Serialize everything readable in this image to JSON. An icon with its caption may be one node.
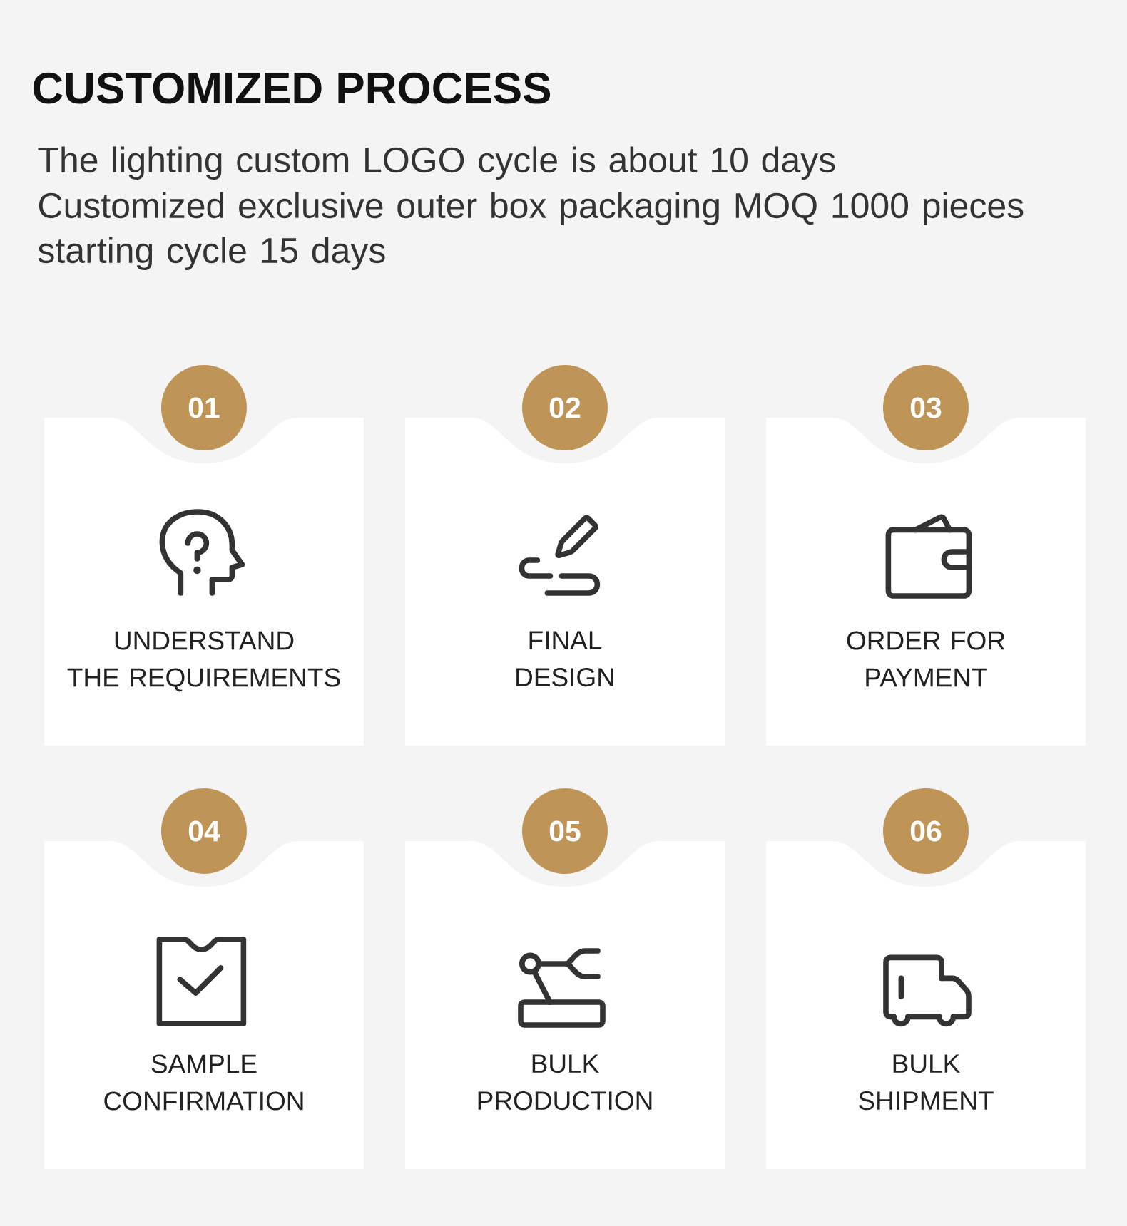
{
  "diagram": {
    "title": "CUSTOMIZED PROCESS",
    "nodes": [
      {
        "text": [
          "01"
        ]
      },
      {
        "text": [
          "UNDERSTAND THE REQUIREMENTS"
        ]
      },
      {
        "text": [
          "02"
        ]
      },
      {
        "text": [
          "FINAL DESIGN"
        ]
      },
      {
        "text": [
          "03"
        ]
      },
      {
        "text": [
          "ORDER FOR PAYMENT"
        ]
      },
      {
        "text": [
          "04"
        ]
      },
      {
        "text": [
          "SAMPLE CONFIRMATION"
        ]
      },
      {
        "text": [
          "05"
        ]
      },
      {
        "text": [
          "BULK PRODUCTION"
        ]
      },
      {
        "text": [
          "06"
        ]
      },
      {
        "text": [
          "BULK SHIPMENT"
        ]
      }
    ],
    "labels": [
      "The lighting custom LOGO cycle is about 10 days",
      "Customized exclusive outer box packaging MOQ 1000 pieces starting cycle 15 days"
    ]
  }
}
